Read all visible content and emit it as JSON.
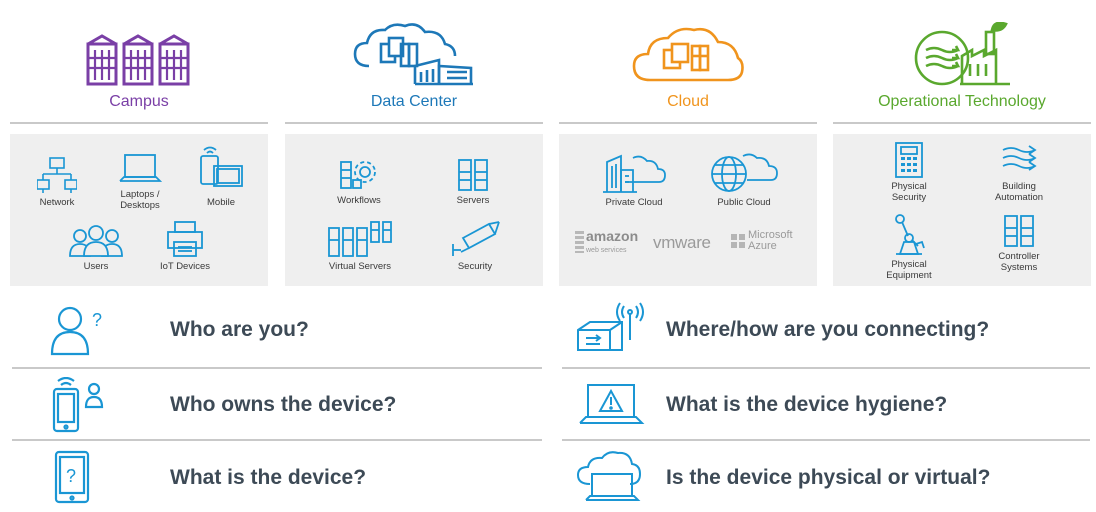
{
  "columns": [
    {
      "title": "Campus",
      "title_color": "#7a3fa6",
      "icon": "buildings-icon",
      "items": [
        "Network",
        "Laptops /\nDesktops",
        "Mobile",
        "Users",
        "IoT Devices"
      ]
    },
    {
      "title": "Data Center",
      "title_color": "#1d78b8",
      "icon": "datacenter-cloud-icon",
      "items": [
        "Workflows",
        "Servers",
        "Virtual Servers",
        "Security"
      ]
    },
    {
      "title": "Cloud",
      "title_color": "#f0941d",
      "icon": "cloud-servers-icon",
      "items": [
        "Private Cloud",
        "Public Cloud"
      ],
      "logos": {
        "amazon": "amazon",
        "amazon_sub": "web services",
        "vmware": "vmware",
        "azure_line1": "Microsoft",
        "azure_line2": "Azure"
      }
    },
    {
      "title": "Operational Technology",
      "title_color": "#5aa82e",
      "icon": "factory-icon",
      "items": [
        "Physical\nSecurity",
        "Building\nAutomation",
        "Physical\nEquipment",
        "Controller\nSystems"
      ]
    }
  ],
  "questions": {
    "who_are_you": "Who are you?",
    "who_owns": "Who owns the device?",
    "what_device": "What is the device?",
    "where_connecting": "Where/how are you connecting?",
    "hygiene": "What is the device hygiene?",
    "physical_virtual": "Is the device physical or virtual?"
  },
  "colors": {
    "icon_blue": "#1a96d4",
    "question_text": "#3d4a56",
    "panel_bg": "#efefef",
    "rule": "#c9c9c9"
  }
}
